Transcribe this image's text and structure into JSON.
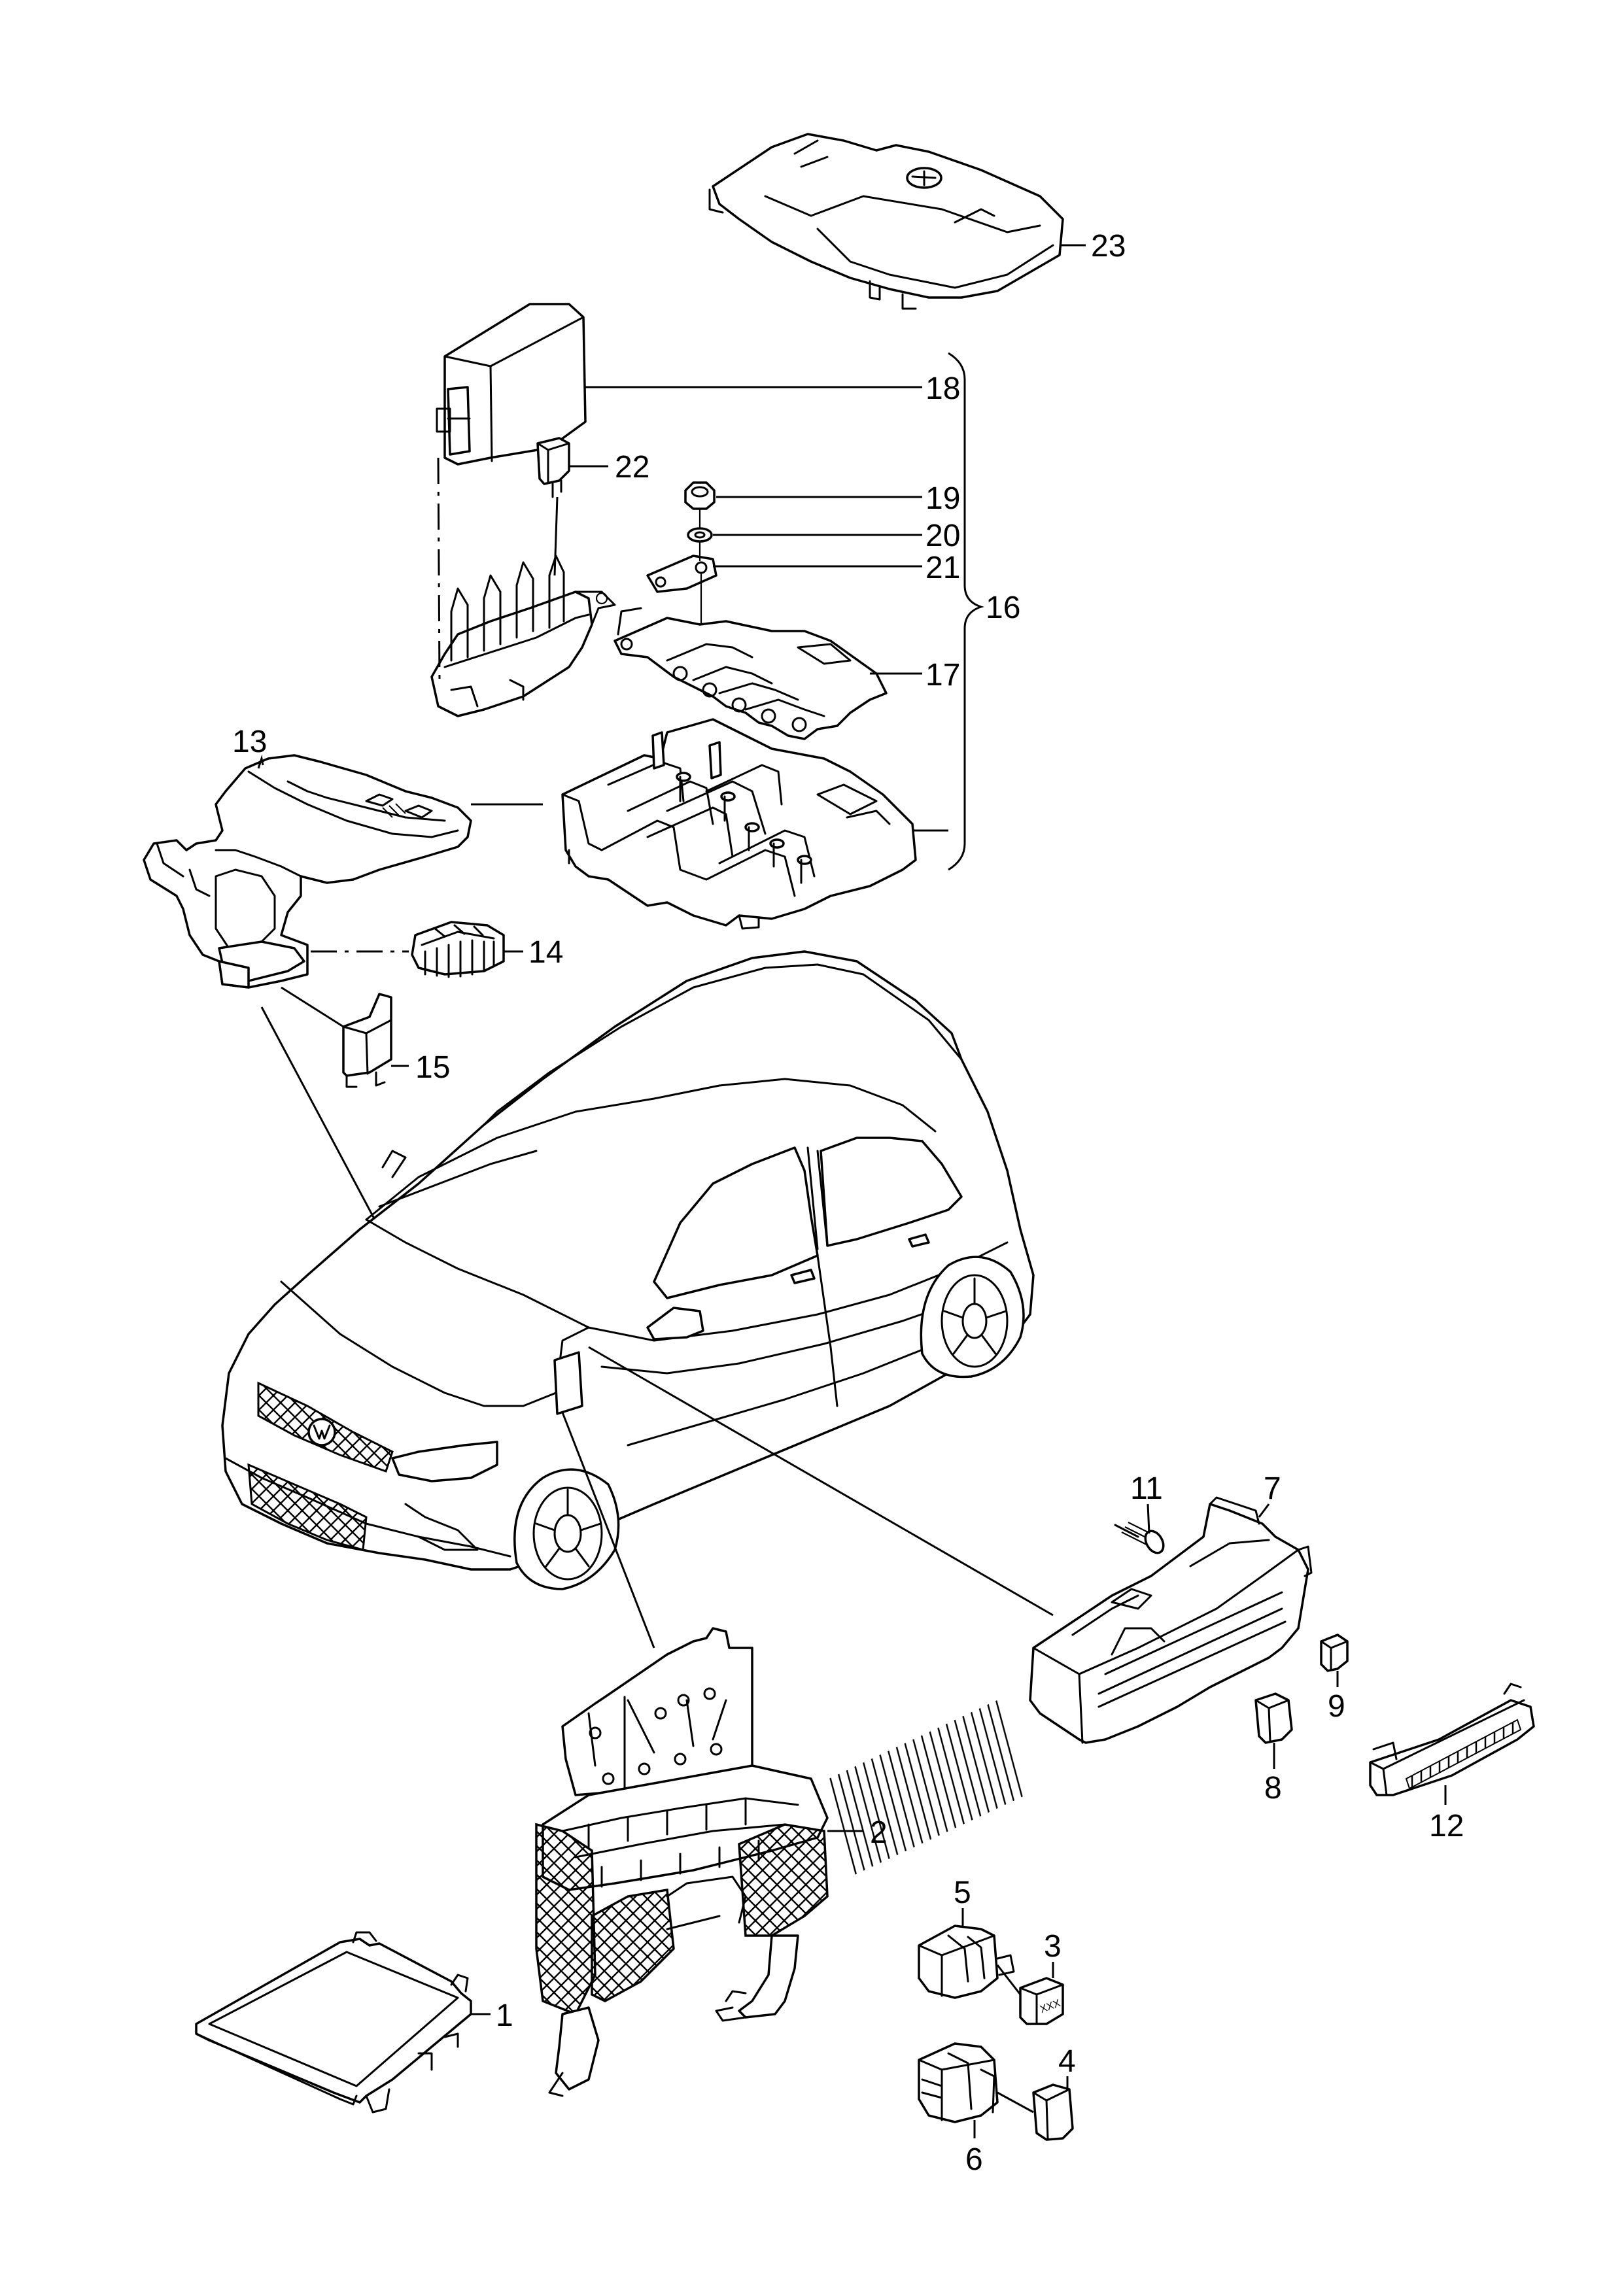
{
  "diagram": {
    "callouts": [
      {
        "id": "c1",
        "label": "1"
      },
      {
        "id": "c2",
        "label": "2"
      },
      {
        "id": "c3",
        "label": "3"
      },
      {
        "id": "c4",
        "label": "4"
      },
      {
        "id": "c5",
        "label": "5"
      },
      {
        "id": "c6",
        "label": "6"
      },
      {
        "id": "c7",
        "label": "7"
      },
      {
        "id": "c8",
        "label": "8"
      },
      {
        "id": "c9",
        "label": "9"
      },
      {
        "id": "c11",
        "label": "11"
      },
      {
        "id": "c12",
        "label": "12"
      },
      {
        "id": "c13",
        "label": "13"
      },
      {
        "id": "c14",
        "label": "14"
      },
      {
        "id": "c15",
        "label": "15"
      },
      {
        "id": "c16",
        "label": "16"
      },
      {
        "id": "c17",
        "label": "17"
      },
      {
        "id": "c18",
        "label": "18"
      },
      {
        "id": "c19",
        "label": "19"
      },
      {
        "id": "c20",
        "label": "20"
      },
      {
        "id": "c21",
        "label": "21"
      },
      {
        "id": "c22",
        "label": "22"
      },
      {
        "id": "c23",
        "label": "23"
      }
    ],
    "relay_marking": "XXX"
  }
}
